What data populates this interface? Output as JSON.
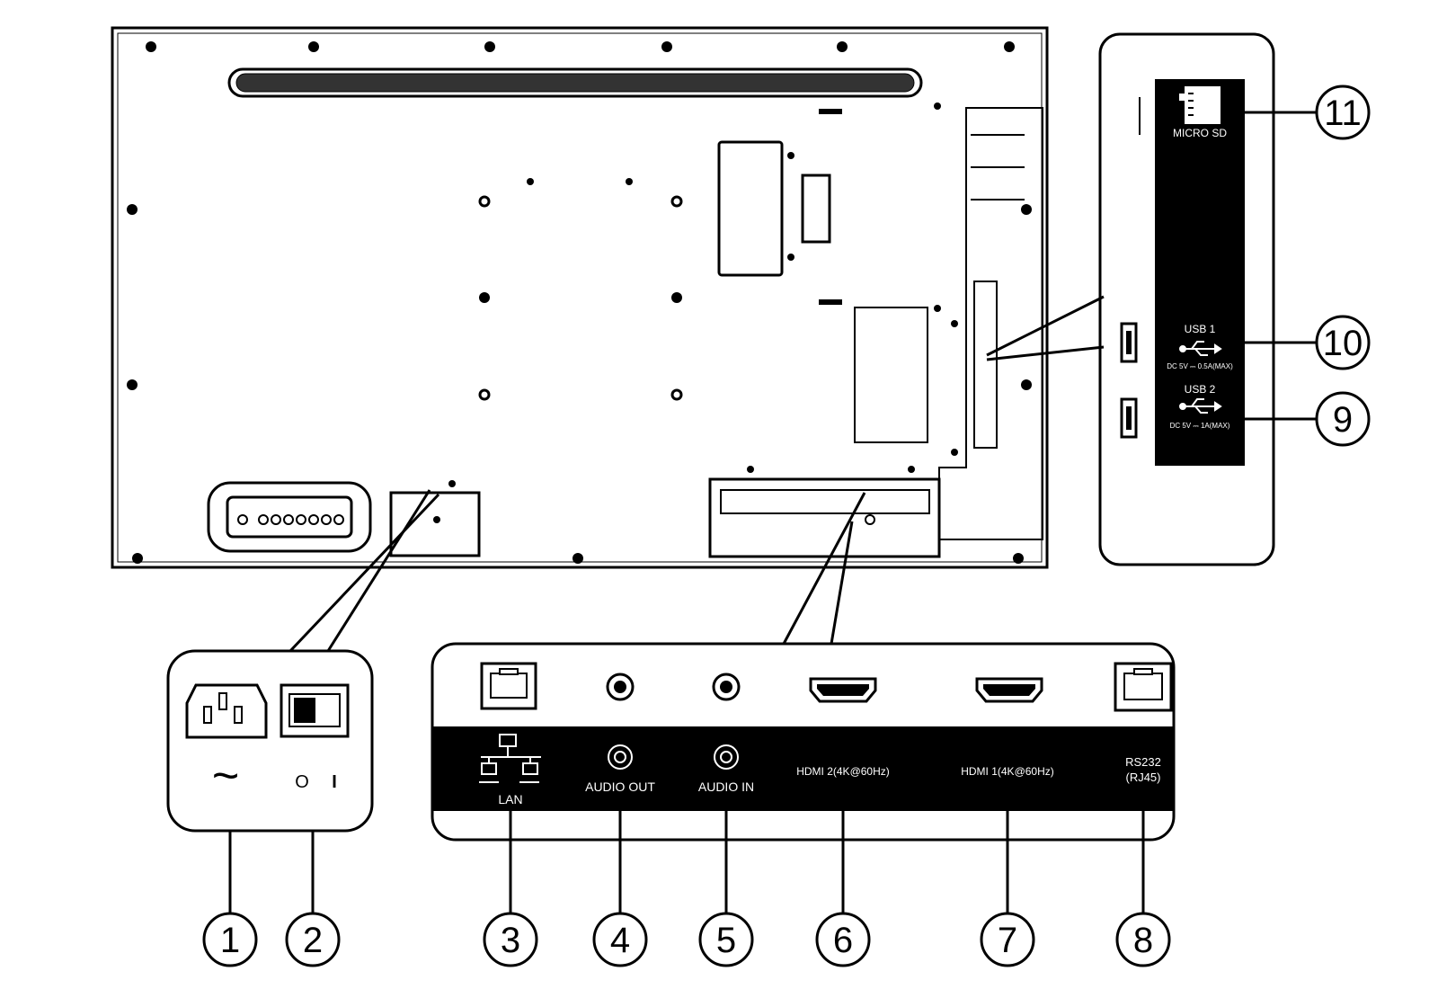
{
  "figure": {
    "colors": {
      "ink": "#000000",
      "paper": "#ffffff"
    },
    "side_panel": {
      "micro_sd": "MICRO SD",
      "usb1": "USB 1",
      "usb1_rating": "DC 5V ⎓ 0.5A(MAX)",
      "usb2": "USB 2",
      "usb2_rating": "DC 5V ⎓ 1A(MAX)",
      "usb_icon": "usb-icon",
      "sd_icon": "sd-card-icon"
    },
    "bottom_panel": {
      "lan": "LAN",
      "audio_out": "AUDIO OUT",
      "audio_in": "AUDIO IN",
      "hdmi2": "HDMI 2(4K@60Hz)",
      "hdmi1": "HDMI 1(4K@60Hz)",
      "rs232_line1": "RS232",
      "rs232_line2": "(RJ45)",
      "lan_icon": "network-icon"
    },
    "power_panel": {
      "ac_symbol": "~",
      "switch_off": "O",
      "switch_on": "I"
    },
    "callouts": [
      "1",
      "2",
      "3",
      "4",
      "5",
      "6",
      "7",
      "8",
      "9",
      "10",
      "11"
    ]
  }
}
